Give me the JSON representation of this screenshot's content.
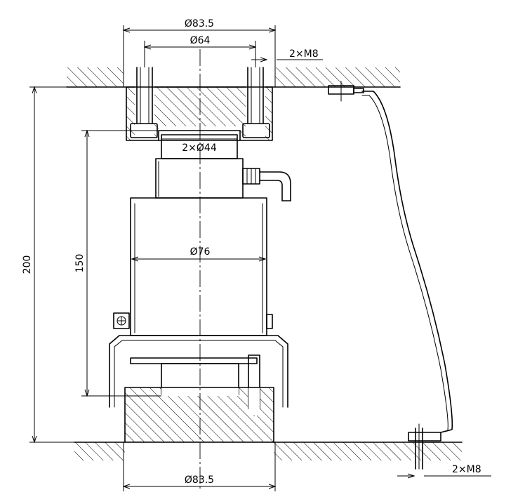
{
  "dimensions": {
    "top_outer_diameter": "Ø83.5",
    "top_bolt_circle": "Ø64",
    "top_bolts": "2×M8",
    "load_button": "2×Ø44",
    "body_diameter": "Ø76",
    "total_height": "200",
    "cell_height": "150",
    "bottom_diameter": "Ø83.5",
    "bottom_bolts": "2×M8"
  }
}
